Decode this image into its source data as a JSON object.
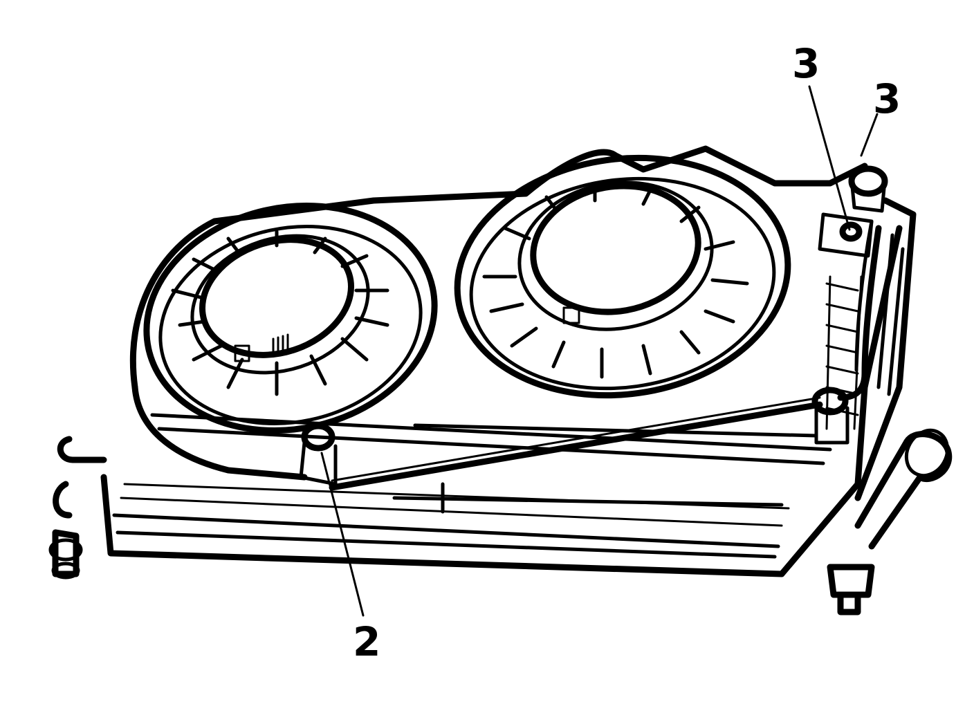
{
  "callouts": [
    {
      "id": "callout-2",
      "label": "2"
    },
    {
      "id": "callout-3a",
      "label": "3"
    },
    {
      "id": "callout-3b",
      "label": "3"
    }
  ],
  "colors": {
    "line": "#000000",
    "background": "#ffffff"
  }
}
